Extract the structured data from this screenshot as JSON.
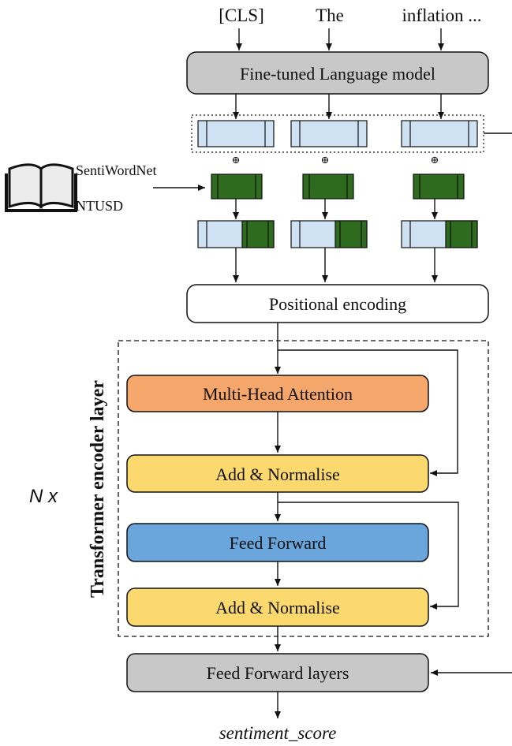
{
  "tokens": [
    "[CLS]",
    "The",
    "inflation ..."
  ],
  "lexicons": [
    "SentiWordNet",
    "NTUSD"
  ],
  "boxes": {
    "language_model": "Fine-tuned Language model",
    "positional_encoding": "Positional encoding",
    "multi_head_attention": "Multi-Head Attention",
    "add_normalise_1": "Add & Normalise",
    "feed_forward": "Feed Forward",
    "add_normalise_2": "Add & Normalise",
    "feed_forward_layers": "Feed Forward layers"
  },
  "encoder_label": "Transformer encoder layer",
  "repeat_label": "N x",
  "output_label": "sentiment_score",
  "plus_symbol": "⊕",
  "colors": {
    "grey_box": "#c8c8c8",
    "attention": "#f5a66a",
    "add_norm": "#fcd96e",
    "feed_forward": "#6aa5db",
    "embedding": "#cfe2f3",
    "sentiment": "#2f6b1e"
  }
}
